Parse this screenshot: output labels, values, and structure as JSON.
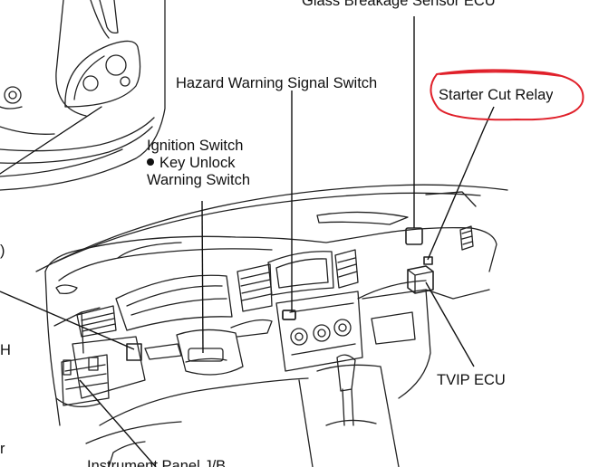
{
  "labels": {
    "glass_breakage": "Glass Breakage Sensor ECU",
    "hazard": "Hazard Warning Signal Switch",
    "starter_cut": "Starter Cut Relay",
    "ignition_line1": "Ignition Switch",
    "ignition_line2": "Key Unlock",
    "ignition_line3": "Warning Switch",
    "tvip": "TVIP ECU",
    "instrument_panel": "Instrument Panel J/B",
    "left_fragments": [
      ")",
      "H",
      "r"
    ]
  },
  "colors": {
    "line": "#111111",
    "highlight": "#e0202a"
  }
}
